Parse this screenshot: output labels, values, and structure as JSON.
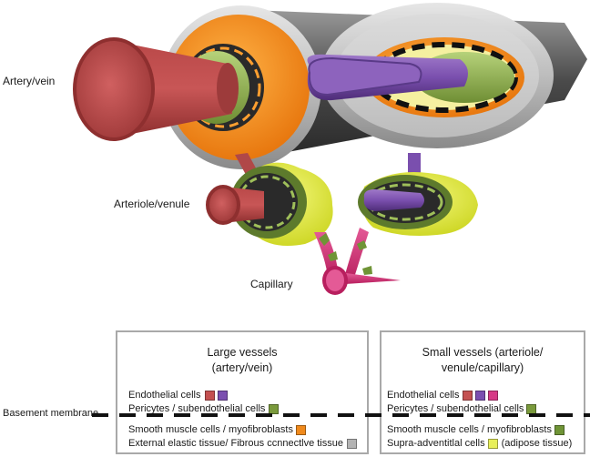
{
  "labels": {
    "artery_vein": "Artery/vein",
    "arteriole_venule": "Arteriole/venule",
    "capillary": "Capillary",
    "basement_membrane": "Basement membrane"
  },
  "colors": {
    "endothelial_artery": "#c45050",
    "endothelial_vein": "#7b4fb0",
    "endothelial_capillary": "#d63a86",
    "pericytes": "#7a9a3c",
    "smooth_muscle_large": "#f08a1c",
    "smooth_muscle_small": "#6f9436",
    "elastic_tissue": "#b3b3b3",
    "adipose": "#e8ef5a"
  },
  "legend": {
    "large": {
      "title_line1": "Large vessels",
      "title_line2": "(artery/vein)",
      "rows": [
        {
          "text": "Endothelial cells",
          "swatches": [
            "#c45050",
            "#7b4fb0"
          ]
        },
        {
          "text": "Pericytes / subendothelial cells",
          "swatches": [
            "#7a9a3c"
          ]
        },
        {
          "text": "Smooth muscle cells / myofibroblasts",
          "swatches": [
            "#f08a1c"
          ]
        },
        {
          "text": "External elastic tissue/ Fibrous ccnnectlve tissue",
          "swatches": [
            "#b3b3b3"
          ]
        }
      ]
    },
    "small": {
      "title_line1": "Small vessels (arteriole/",
      "title_line2": "venule/capillary)",
      "rows": [
        {
          "text": "Endothelial cells",
          "swatches": [
            "#c45050",
            "#7b4fb0",
            "#d63a86"
          ]
        },
        {
          "text": "Pericytes / subendothelial cells",
          "swatches": [
            "#7a9a3c"
          ]
        },
        {
          "text": "Smooth muscle cells / myofibroblasts",
          "swatches": [
            "#6f9436"
          ]
        },
        {
          "text": "Supra-adventitlal cells",
          "swatches": [
            "#e8ef5a"
          ],
          "note": "(adipose tissue)"
        }
      ]
    }
  }
}
